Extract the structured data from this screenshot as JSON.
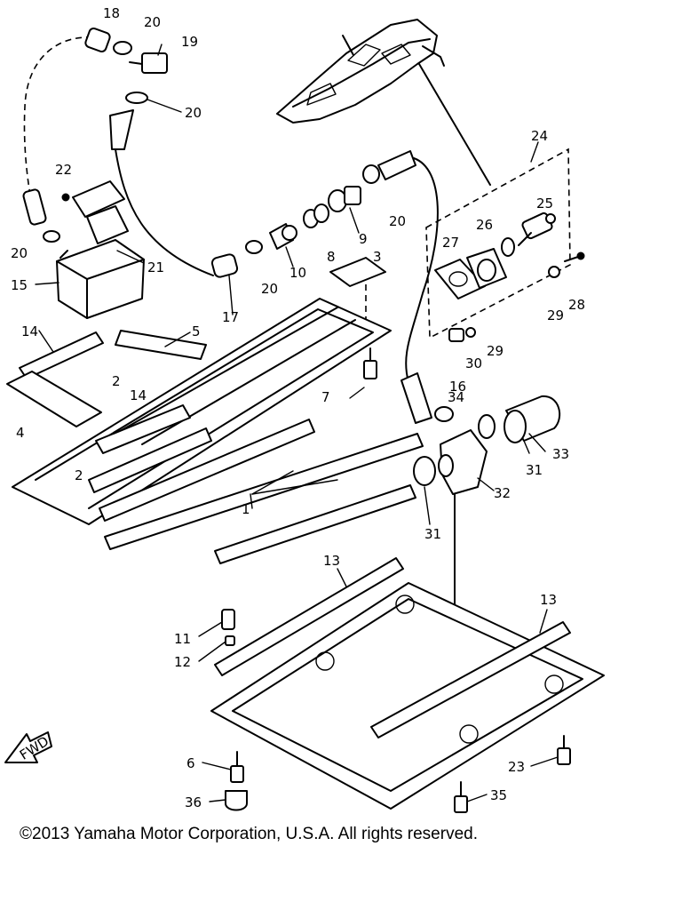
{
  "callouts": {
    "c1": "1",
    "c2a": "2",
    "c2b": "2",
    "c3": "3",
    "c4": "4",
    "c5": "5",
    "c6": "6",
    "c7": "7",
    "c8": "8",
    "c9": "9",
    "c10": "10",
    "c11": "11",
    "c12": "12",
    "c13a": "13",
    "c13b": "13",
    "c14a": "14",
    "c14b": "14",
    "c15": "15",
    "c16": "16",
    "c17": "17",
    "c18": "18",
    "c19": "19",
    "c20a": "20",
    "c20b": "20",
    "c20c": "20",
    "c20d": "20",
    "c20e": "20",
    "c21": "21",
    "c22": "22",
    "c23": "23",
    "c24": "24",
    "c25": "25",
    "c26": "26",
    "c27": "27",
    "c28": "28",
    "c29a": "29",
    "c29b": "29",
    "c30": "30",
    "c31a": "31",
    "c31b": "31",
    "c32": "32",
    "c33": "33",
    "c34": "34",
    "c35": "35",
    "c36": "36"
  },
  "fwd_label": "FWD",
  "copyright": "©2013 Yamaha Motor Corporation, U.S.A. All rights reserved."
}
